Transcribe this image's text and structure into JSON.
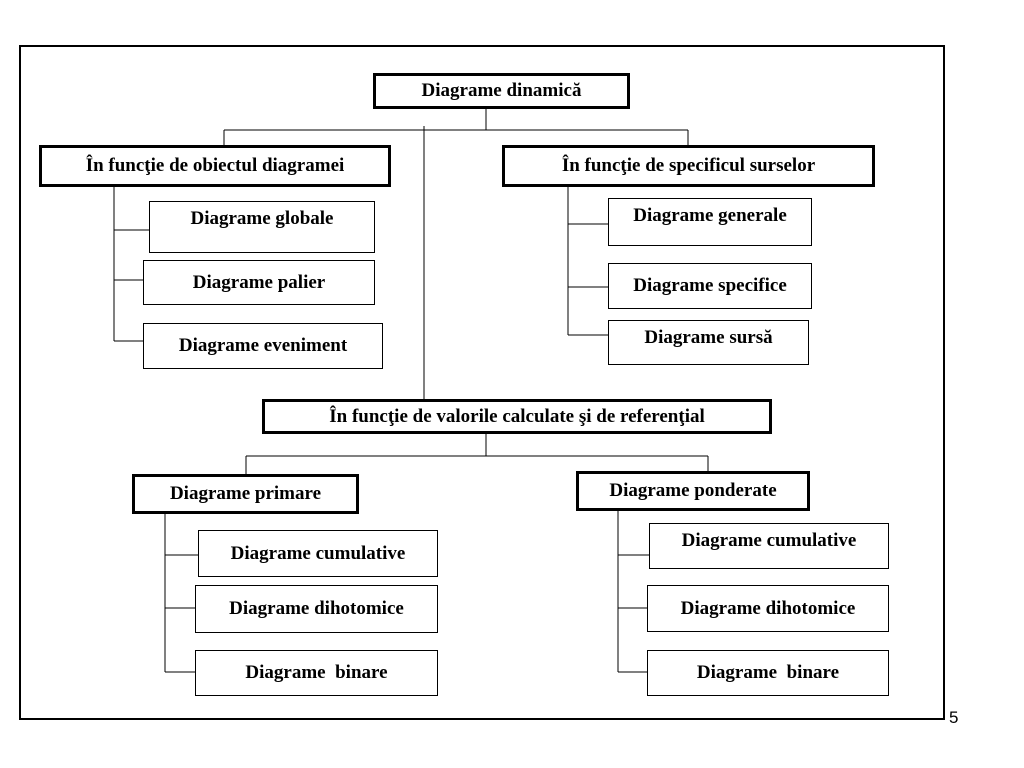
{
  "root": "Diagrame dinamică",
  "groups": {
    "object": {
      "label": "În funcţie de obiectul diagramei",
      "children": [
        "Diagrame globale",
        "Diagrame palier",
        "Diagrame eveniment"
      ]
    },
    "sources": {
      "label": "În funcţie de specificul surselor",
      "children": [
        "Diagrame generale",
        "Diagrame specifice",
        "Diagrame sursă"
      ]
    },
    "values": {
      "label": "În funcţie de valorile calculate şi de referenţial"
    },
    "primary": {
      "label": "Diagrame primare",
      "children": [
        "Diagrame cumulative",
        "Diagrame dihotomice",
        "Diagrame  binare"
      ]
    },
    "weighted": {
      "label": "Diagrame ponderate",
      "children": [
        "Diagrame cumulative",
        "Diagrame dihotomice",
        "Diagrame  binare"
      ]
    }
  },
  "page_number": "5"
}
